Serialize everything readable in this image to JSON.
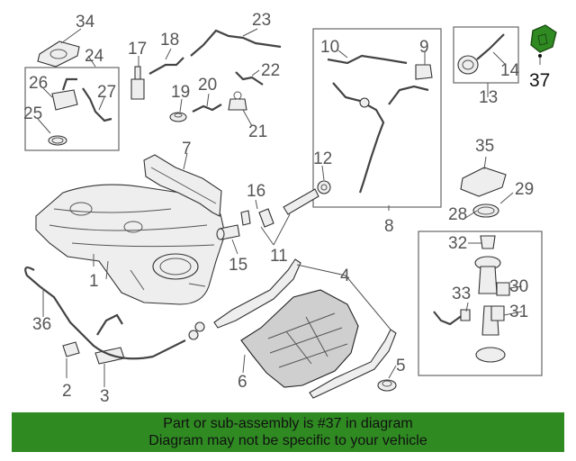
{
  "callouts": {
    "c1": "1",
    "c2": "2",
    "c3": "3",
    "c4": "4",
    "c5": "5",
    "c6": "6",
    "c7": "7",
    "c8": "8",
    "c9": "9",
    "c10": "10",
    "c11": "11",
    "c12": "12",
    "c13": "13",
    "c14": "14",
    "c15": "15",
    "c16": "16",
    "c17": "17",
    "c18": "18",
    "c19": "19",
    "c20": "20",
    "c21": "21",
    "c22": "22",
    "c23": "23",
    "c24": "24",
    "c25": "25",
    "c26": "26",
    "c27": "27",
    "c28": "28",
    "c29": "29",
    "c30": "30",
    "c31": "31",
    "c32": "32",
    "c33": "33",
    "c34": "34",
    "c35": "35",
    "c36": "36",
    "c37": "37"
  },
  "highlight": {
    "color": "#2f8a22"
  },
  "footer": {
    "line1": "Part or sub-assembly is #37 in diagram",
    "line2": "Diagram may not be specific to your vehicle",
    "background": "#2f8a22"
  }
}
